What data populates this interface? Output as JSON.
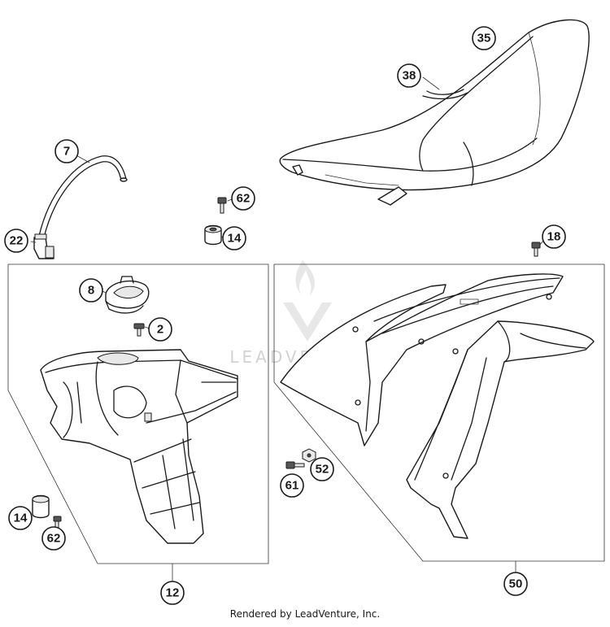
{
  "callouts": {
    "c35": "35",
    "c38": "38",
    "c7": "7",
    "c62a": "62",
    "c14a": "14",
    "c22": "22",
    "c18": "18",
    "c8": "8",
    "c2": "2",
    "c52": "52",
    "c61": "61",
    "c14b": "14",
    "c62b": "62",
    "c12": "12",
    "c50": "50"
  },
  "watermark": "LEADVENTURE",
  "footer": "Rendered by LeadVenture, Inc."
}
